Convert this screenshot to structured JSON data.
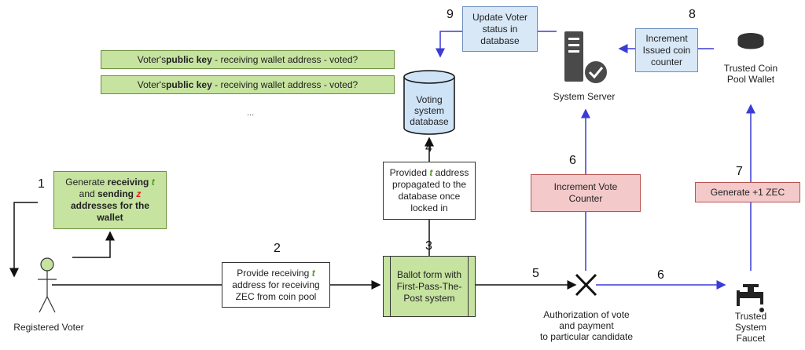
{
  "stack_rows": [
    {
      "prefix": "Voter's ",
      "bold": "public key",
      "suffix": " - receiving wallet address - voted?"
    },
    {
      "prefix": "Voter's ",
      "bold": "public key",
      "suffix": " - receiving wallet address - voted?"
    }
  ],
  "stack_ellipsis": "...",
  "step_numbers": {
    "n1": "1",
    "n2": "2",
    "n3": "3",
    "n4": "4",
    "n5": "5",
    "n6a": "6",
    "n6b": "6",
    "n7": "7",
    "n8": "8",
    "n9": "9"
  },
  "generate_box": {
    "l1": "Generate ",
    "l1b": "receiving ",
    "l1c": "t",
    "l2a": "and ",
    "l2b": "sending ",
    "l2c": "z",
    "l3": "addresses for the",
    "l4": "wallet"
  },
  "provide_box": {
    "l1a": "Provide receiving ",
    "l1b": "t",
    "l2": "address for receiving",
    "l3": "ZEC from coin pool"
  },
  "ballot_box": {
    "l1": "Ballot form with",
    "l2": "First-Pass-The-",
    "l3": "Post system"
  },
  "propagate_box": {
    "l1a": "Provided ",
    "l1b": "t",
    "l1c": " address",
    "l2": "propagated to the",
    "l3": "database once",
    "l4": "locked in"
  },
  "database": {
    "l1": "Voting",
    "l2": "system",
    "l3": "database"
  },
  "update_box": {
    "l1": "Update Voter",
    "l2": "status in",
    "l3": "database"
  },
  "server_label": "System Server",
  "increment_issued_box": {
    "l1": "Increment",
    "l2": "Issued coin",
    "l3": "counter"
  },
  "trusted_wallet": {
    "l1": "Trusted Coin",
    "l2": "Pool Wallet"
  },
  "increment_vote_box": {
    "l1": "Increment Vote",
    "l2": "Counter"
  },
  "generate_zec_box": "Generate +1 ZEC",
  "auth_label": {
    "l1": "Authorization of vote",
    "l2": "and payment",
    "l3": "to particular candidate"
  },
  "faucet_label": {
    "l1": "Trusted",
    "l2": "System",
    "l3": "Faucet"
  },
  "voter_label": "Registered Voter",
  "colors": {
    "green_fill": "#c6e3a0",
    "blue_fill": "#d8e8f7",
    "pink_fill": "#f4c9c9",
    "arrow_blue": "#3b3bd6",
    "t_green": "#4f9a1e",
    "z_red": "#e02020"
  }
}
